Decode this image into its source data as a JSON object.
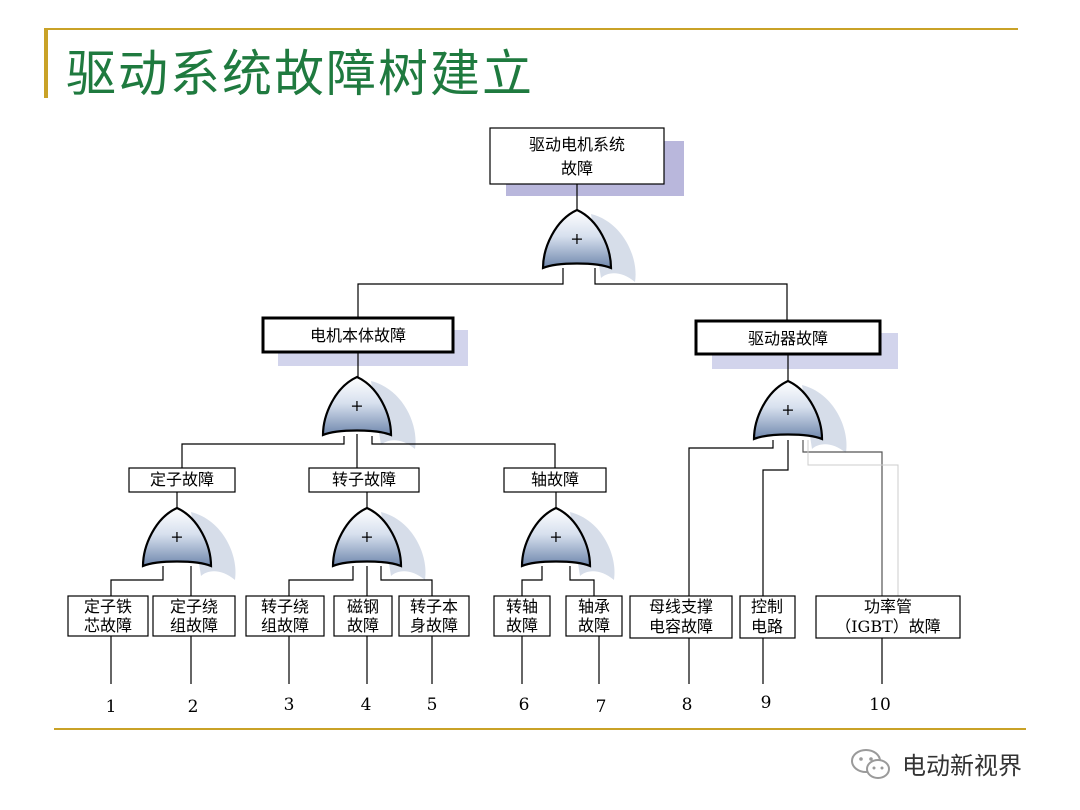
{
  "title": "驱动系统故障树建立",
  "top_event": [
    "驱动电机系统",
    "故障"
  ],
  "level1": {
    "motor": "电机本体故障",
    "driver": "驱动器故障"
  },
  "level2": {
    "stator": "定子故障",
    "rotor": "转子故障",
    "shaft": "轴故障"
  },
  "gate_symbol": "+",
  "basic_events": [
    {
      "lines": [
        "定子铁",
        "芯故障"
      ],
      "num": "1"
    },
    {
      "lines": [
        "定子绕",
        "组故障"
      ],
      "num": "2"
    },
    {
      "lines": [
        "转子绕",
        "组故障"
      ],
      "num": "3"
    },
    {
      "lines": [
        "磁钢",
        "故障"
      ],
      "num": "4"
    },
    {
      "lines": [
        "转子本",
        "身故障"
      ],
      "num": "5"
    },
    {
      "lines": [
        "转轴",
        "故障"
      ],
      "num": "6"
    },
    {
      "lines": [
        "轴承",
        "故障"
      ],
      "num": "7"
    },
    {
      "lines": [
        "母线支撑",
        "电容故障"
      ],
      "num": "8"
    },
    {
      "lines": [
        "控制",
        "电路"
      ],
      "num": "9"
    },
    {
      "lines": [
        "功率管",
        "（IGBT）故障"
      ],
      "num": "10"
    }
  ],
  "watermark": "电动新视界"
}
